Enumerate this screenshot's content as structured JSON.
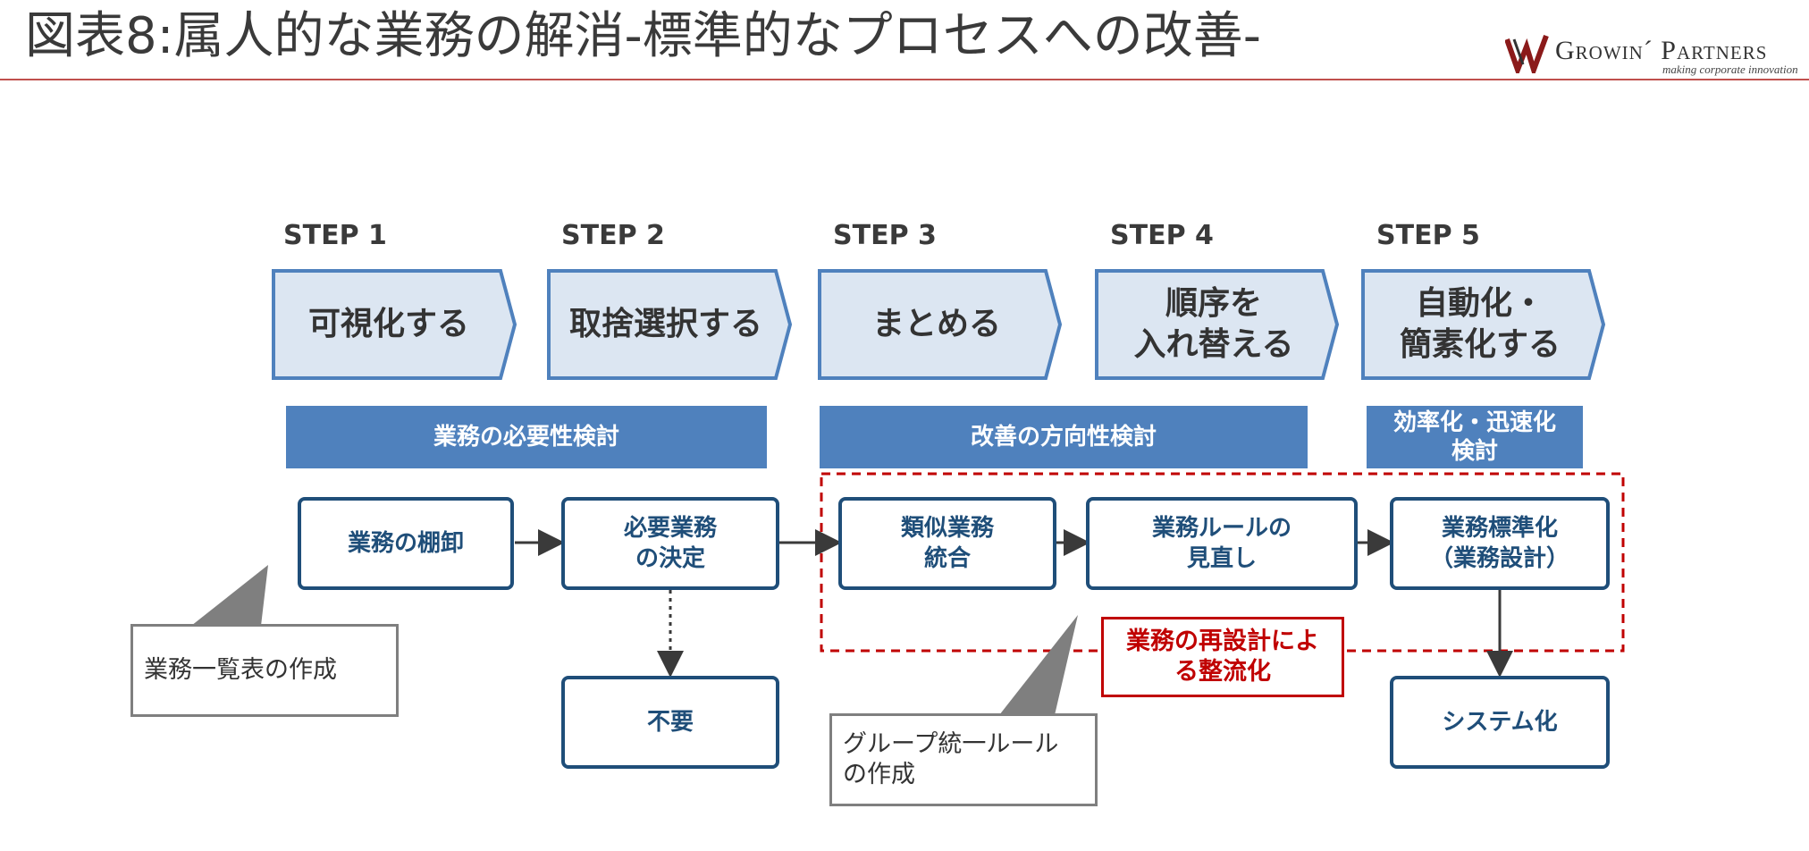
{
  "header": {
    "title": "図表8:属人的な業務の解消-標準的なプロセスへの改善-",
    "logo_text": "Growin´ Partners",
    "logo_tagline": "making corporate innovation"
  },
  "steps": [
    {
      "label": "STEP 1",
      "text": "可視化する"
    },
    {
      "label": "STEP 2",
      "text": "取捨選択する"
    },
    {
      "label": "STEP 3",
      "text": "まとめる"
    },
    {
      "label": "STEP 4",
      "text": "順序を\n入れ替える"
    },
    {
      "label": "STEP 5",
      "text": "自動化・\n簡素化する"
    }
  ],
  "bands": [
    {
      "text": "業務の必要性検討"
    },
    {
      "text": "改善の方向性検討"
    },
    {
      "text": "効率化・迅速化\n検討"
    }
  ],
  "tasks": {
    "inventory": "業務の棚卸",
    "decision": "必要業務\nの決定",
    "integrate": "類似業務\n統合",
    "review_rules": "業務ルールの\n見直し",
    "standardize": "業務標準化\n（業務設計）",
    "unnecessary": "不要",
    "systemize": "システム化"
  },
  "callouts": {
    "list_creation": "業務一覧表の作成",
    "group_rules": "グループ統一ルール\nの作成"
  },
  "highlight": "業務の再設計によ\nる整流化",
  "colors": {
    "accent_red": "#c00000",
    "title_rule": "#c0504d",
    "band_blue": "#4f81bd",
    "chevron_fill": "#dce6f2",
    "chevron_border": "#4f81bd",
    "box_border": "#1f4e79",
    "callout_gray": "#7f7f7f"
  }
}
